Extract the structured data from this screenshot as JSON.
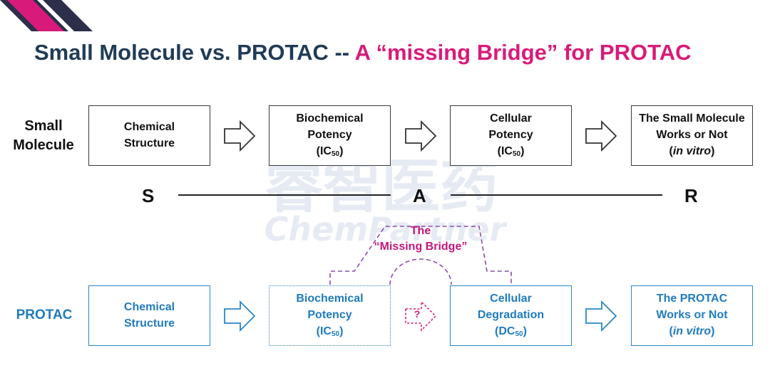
{
  "title": {
    "main": "Small Molecule vs. PROTAC -- ",
    "accent": "A “missing Bridge” for PROTAC"
  },
  "small_molecule": {
    "label": "Small Molecule",
    "boxes": [
      {
        "lines": [
          "Chemical",
          "Structure"
        ]
      },
      {
        "lines": [
          "Biochemical",
          "Potency"
        ],
        "sub_prefix": "(IC",
        "sub": "50",
        "sub_suffix": ")"
      },
      {
        "lines": [
          "Cellular",
          "Potency"
        ],
        "sub_prefix": "(IC",
        "sub": "50",
        "sub_suffix": ")"
      },
      {
        "lines": [
          "The Small Molecule",
          "Works or Not"
        ],
        "italic": "in vitro"
      }
    ]
  },
  "sar": {
    "s": "S",
    "a": "A",
    "r": "R"
  },
  "protac": {
    "label": "PROTAC",
    "boxes": [
      {
        "lines": [
          "Chemical",
          "Structure"
        ]
      },
      {
        "lines": [
          "Biochemical",
          "Potency"
        ],
        "sub_prefix": "(IC",
        "sub": "50",
        "sub_suffix": ")"
      },
      {
        "lines": [
          "Cellular",
          "Degradation"
        ],
        "sub_prefix": "(DC",
        "sub": "50",
        "sub_suffix": ")"
      },
      {
        "lines": [
          "The PROTAC",
          "Works or Not"
        ],
        "italic": "in vitro"
      }
    ]
  },
  "bridge": {
    "line1": "The",
    "line2": "“Missing Bridge”",
    "question": "?"
  },
  "watermark": {
    "cn": "睿智医药",
    "en": "ChemPartner"
  },
  "colors": {
    "navy": "#1f3b57",
    "magenta": "#d81b7a",
    "protac_blue": "#2b86c5",
    "bridge_purple": "#8a4bb0"
  }
}
